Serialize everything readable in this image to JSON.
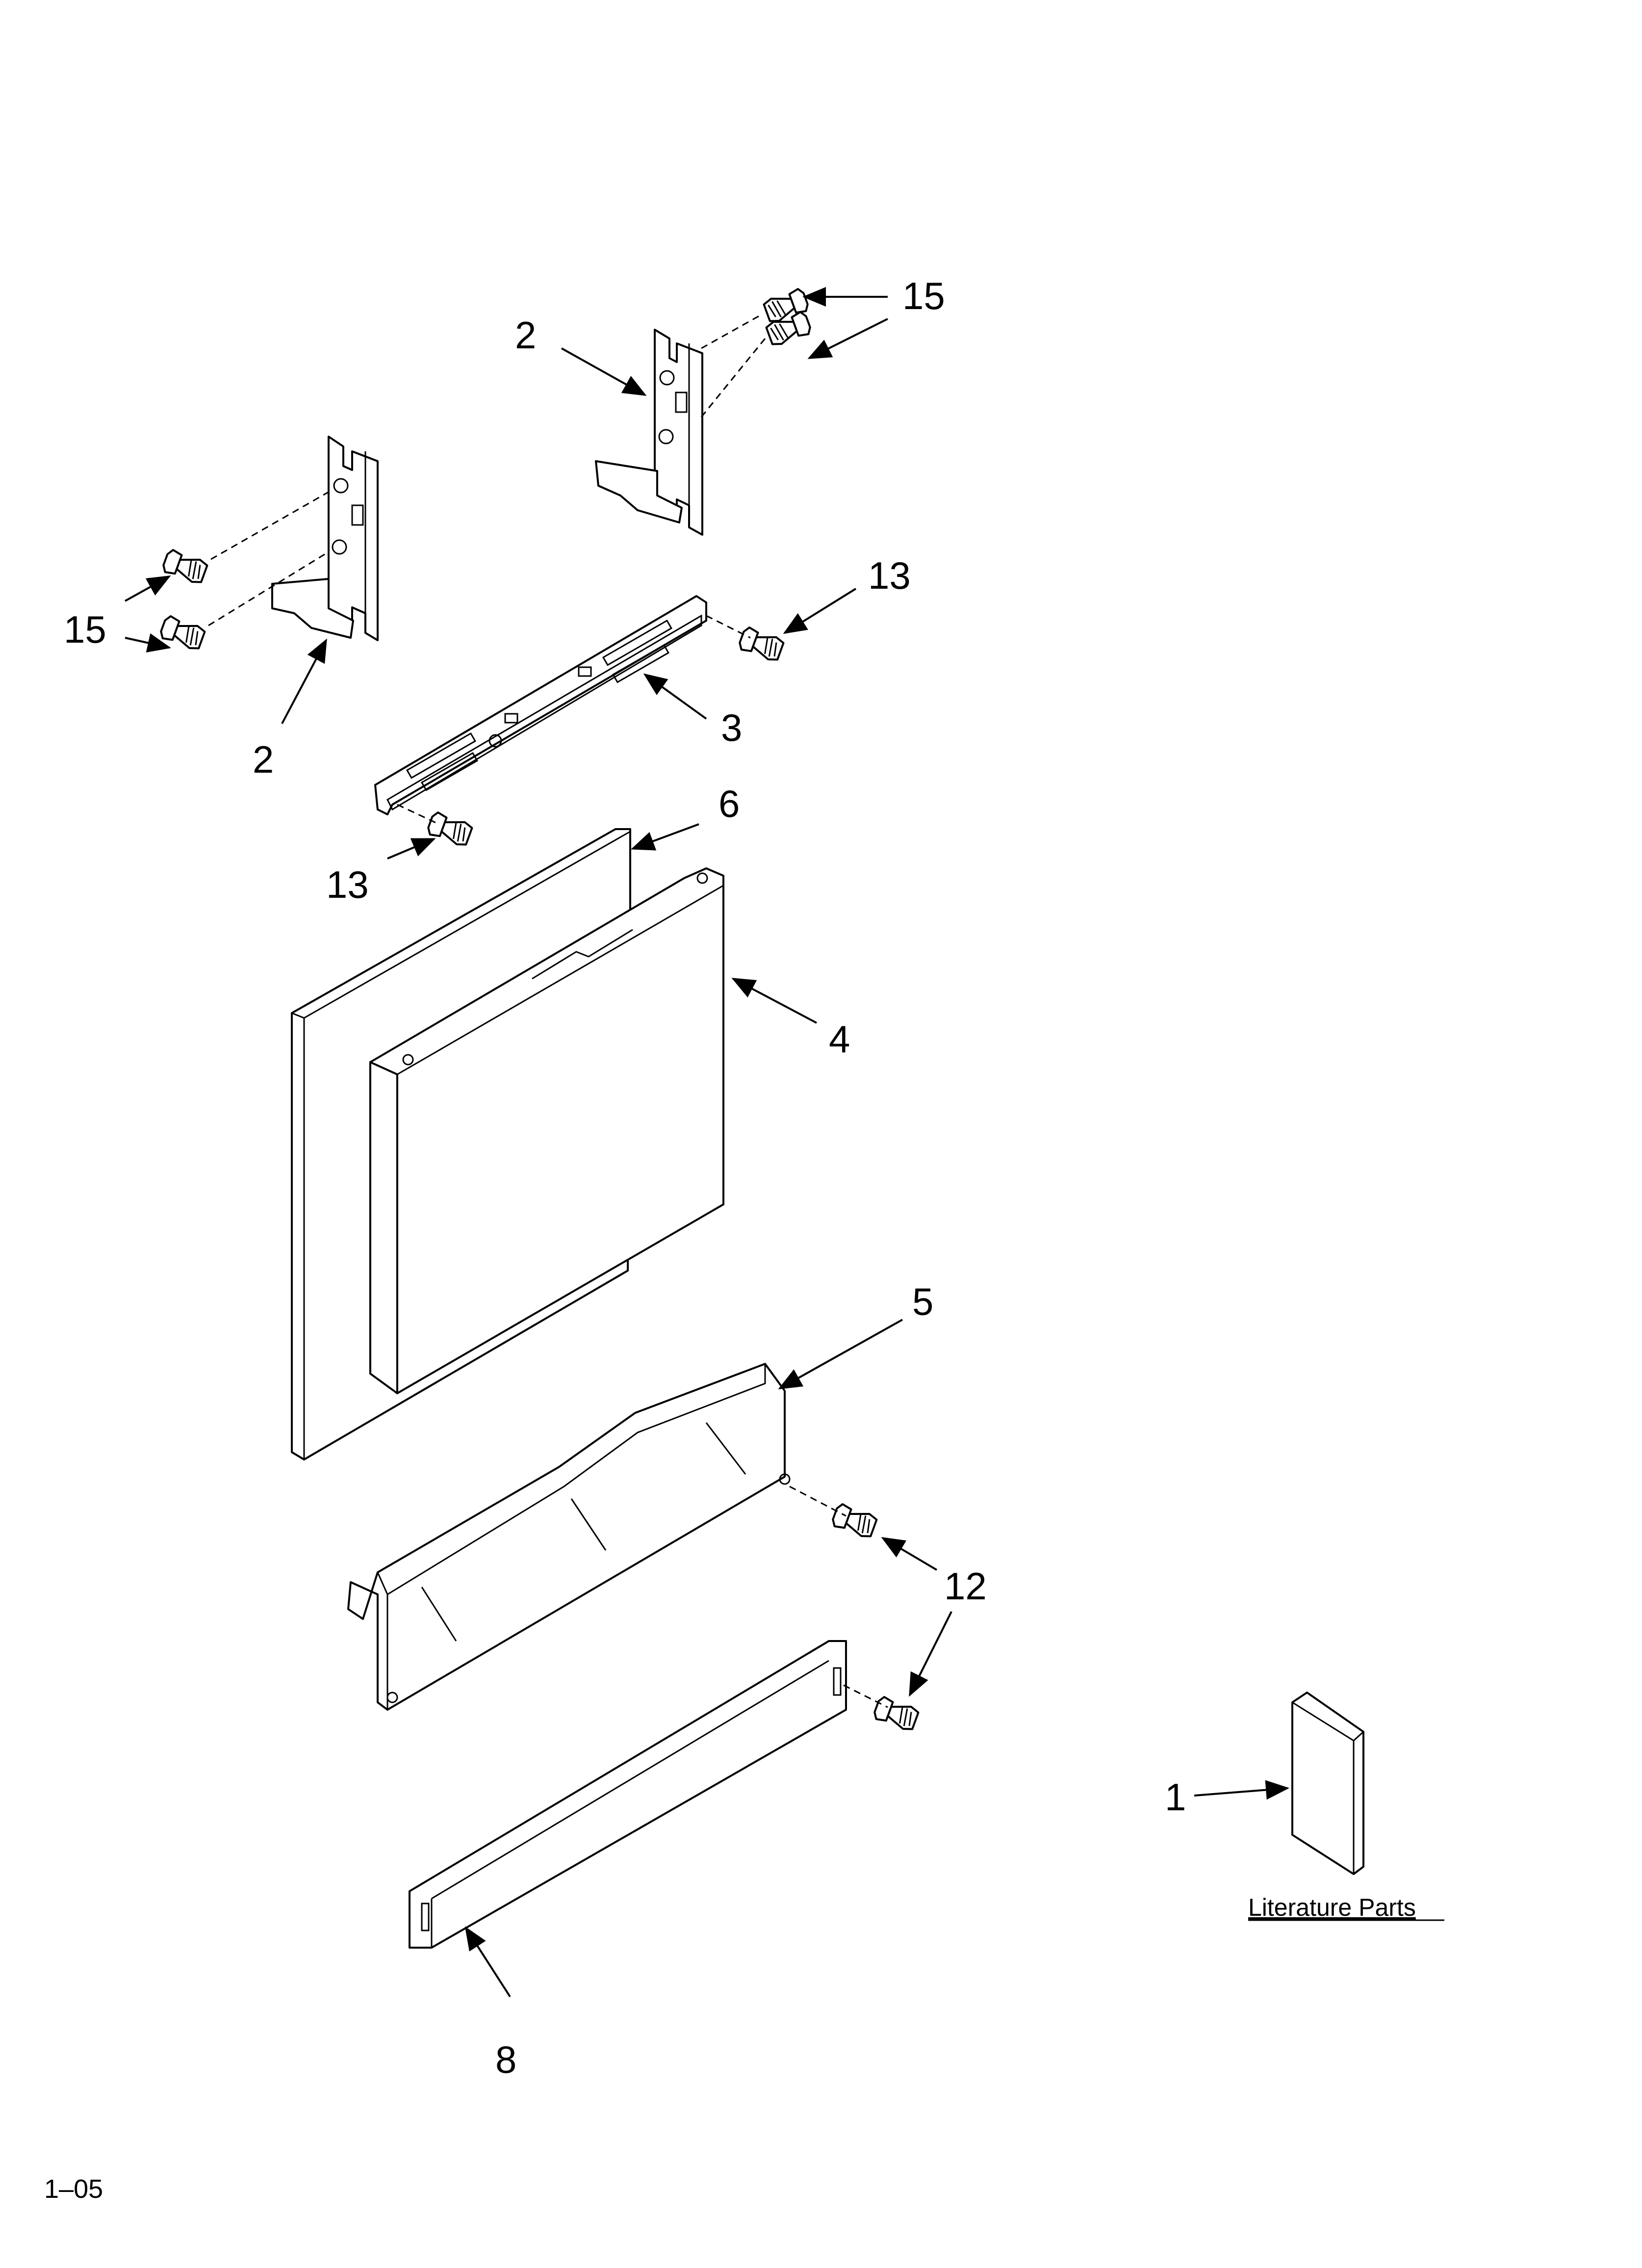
{
  "callouts": {
    "c15_top": "15",
    "c2_top": "2",
    "c13_right": "13",
    "c15_left": "15",
    "c2_left": "2",
    "c3": "3",
    "c13_left": "13",
    "c6": "6",
    "c4": "4",
    "c5": "5",
    "c12": "12",
    "c1": "1",
    "c8": "8"
  },
  "literature_label": "Literature Parts",
  "footer_code": "1–05"
}
